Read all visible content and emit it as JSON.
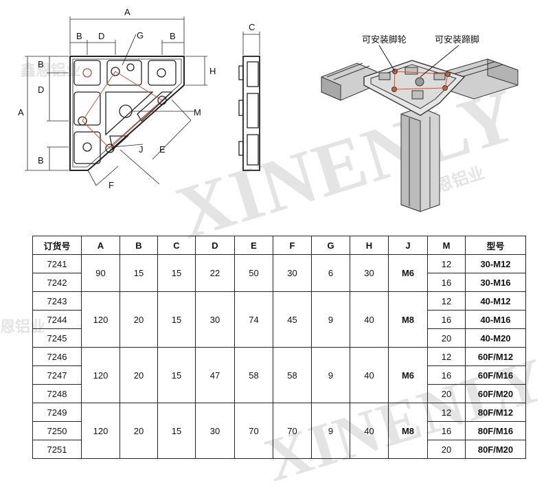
{
  "watermark": {
    "brand_en": "XINENLY",
    "brand_cn_a": "鑫恩铝业",
    "brand_cn_b": "恩铝业"
  },
  "drawing": {
    "front_view_labels": [
      "A",
      "B",
      "D",
      "G",
      "B",
      "H",
      "B",
      "D",
      "A",
      "M",
      "J",
      "E",
      "B",
      "F"
    ],
    "side_view_label": "C",
    "callout_caster": "可安装脚轮",
    "callout_foot": "可安装蹄脚"
  },
  "table": {
    "headers": [
      "订货号",
      "A",
      "B",
      "C",
      "D",
      "E",
      "F",
      "G",
      "H",
      "J",
      "M",
      "型号"
    ],
    "groups": [
      {
        "order_nos": [
          "7241",
          "7242"
        ],
        "A": "90",
        "B": "15",
        "C": "15",
        "D": "22",
        "E": "50",
        "F": "30",
        "G": "6",
        "H": "30",
        "J": "M6",
        "M": [
          "12",
          "16"
        ],
        "models": [
          "30-M12",
          "30-M16"
        ]
      },
      {
        "order_nos": [
          "7243",
          "7244",
          "7245"
        ],
        "A": "120",
        "B": "20",
        "C": "15",
        "D": "30",
        "E": "74",
        "F": "45",
        "G": "9",
        "H": "40",
        "J": "M8",
        "M": [
          "12",
          "16",
          "20"
        ],
        "models": [
          "40-M12",
          "40-M16",
          "40-M20"
        ]
      },
      {
        "order_nos": [
          "7246",
          "7247",
          "7248"
        ],
        "A": "120",
        "B": "20",
        "C": "15",
        "D": "47",
        "E": "58",
        "F": "58",
        "G": "9",
        "H": "40",
        "J": "M6",
        "M": [
          "12",
          "16",
          "20"
        ],
        "models": [
          "60F/M12",
          "60F/M16",
          "60F/M20"
        ]
      },
      {
        "order_nos": [
          "7249",
          "7250",
          "7251"
        ],
        "A": "120",
        "B": "20",
        "C": "15",
        "D": "30",
        "E": "70",
        "F": "70",
        "G": "9",
        "H": "40",
        "J": "M8",
        "M": [
          "12",
          "16",
          "20"
        ],
        "models": [
          "80F/M12",
          "80F/M16",
          "80F/M20"
        ]
      }
    ]
  }
}
